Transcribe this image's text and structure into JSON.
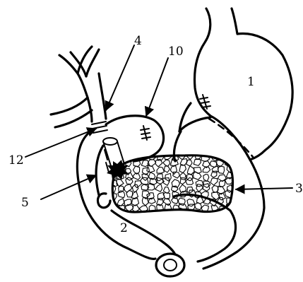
{
  "labels": {
    "n1": "1",
    "n2": "2",
    "n3": "3",
    "n4": "4",
    "n5": "5",
    "n10": "10",
    "n12": "12"
  }
}
